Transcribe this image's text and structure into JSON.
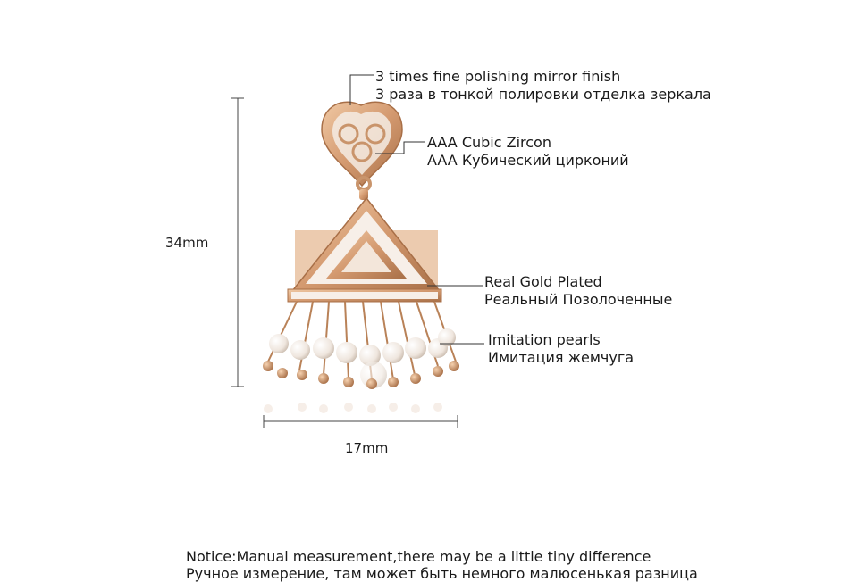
{
  "callouts": {
    "polish": {
      "en": "3 times fine polishing mirror finish",
      "ru": "3 раза в тонкой полировки отделка зеркала"
    },
    "zircon": {
      "en": "AAA Cubic Zircon",
      "ru": "AAA Кубический цирконий"
    },
    "gold": {
      "en": "Real Gold Plated",
      "ru": "Реальный Позолоченные"
    },
    "pearls": {
      "en": "Imitation pearls",
      "ru": "Имитация жемчуга"
    }
  },
  "dimensions": {
    "height": "34mm",
    "width": "17mm"
  },
  "notice": {
    "en": "Notice:Manual measurement,there may be a little tiny difference",
    "ru": "Ручное измерение, там может быть немного малюсенькая разница"
  },
  "colors": {
    "gold": "#d9a77e",
    "gold_dark": "#a86f47",
    "pearl": "#f4eee8",
    "line": "#333333"
  }
}
